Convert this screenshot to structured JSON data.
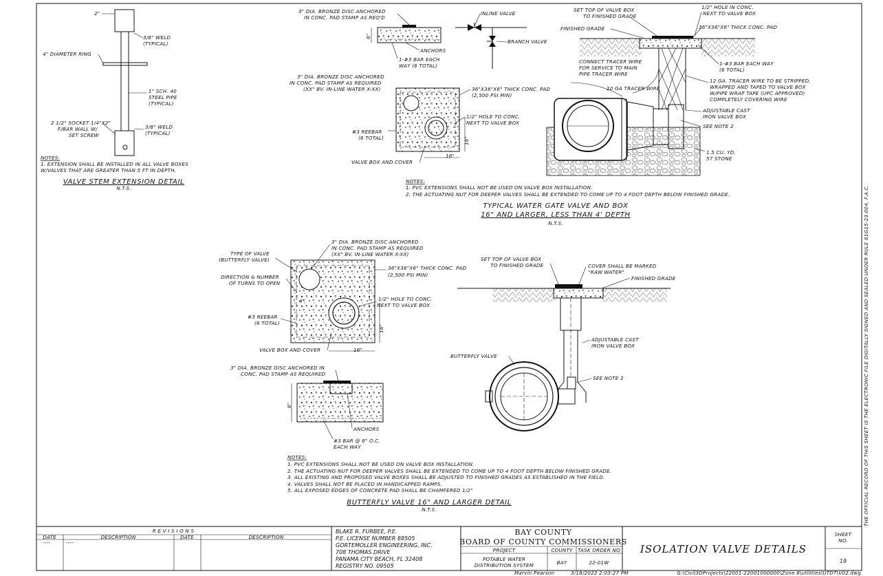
{
  "stem": {
    "top_size": "2\"",
    "weld_top": [
      "3/8\" WELD",
      "(TYPICAL)"
    ],
    "ring": "4\" DIAMETER RING",
    "pipe": [
      "1\" SCH. 40",
      "STEEL PIPE",
      "(TYPICAL)"
    ],
    "socket": [
      "2 1/2\" SOCKET 1/4\"X2\"",
      "F/BAR WALL W/",
      "SET SCREW"
    ],
    "weld_bottom": [
      "3/8\" WELD",
      "(TYPICAL)"
    ],
    "notes_title": "NOTES:",
    "notes": [
      "1.   EXTENSION SHALL BE INSTALLED IN ALL VALVE BOXES",
      "      W/VALVES THAT ARE GREATER THAN 5 FT IN DEPTH."
    ],
    "title": "VALVE STEM EXTENSION DETAIL",
    "nts": "N.T.S."
  },
  "gate": {
    "disc_section": [
      "3\" DIA. BRONZE DISC ANCHORED",
      "IN CONC. PAD STAMP AS REQ'D"
    ],
    "anchors": "ANCHORS",
    "bar_section": [
      "1-#3 BAR EACH",
      "WAY (6 TOTAL)"
    ],
    "six": "6\"",
    "inline": "INLINE VALVE",
    "branch": "BRANCH VALVE",
    "disc_plan": [
      "3\" DIA. BRONZE DISC ANCHORED",
      "IN CONC. PAD STAMP AS REQUIRED",
      "(XX\" BV. IN-LINE WATER X-XX)"
    ],
    "pad": [
      "36\"X36\"X6\" THICK CONC. PAD",
      "(2,500 PSI MIN)"
    ],
    "hole": [
      "1/2\" HOLE TO CONC.",
      "NEXT TO VALVE BOX"
    ],
    "rebar": [
      "#3 REEBAR",
      "(6 TOTAL)"
    ],
    "box_cover": "VALVE BOX AND COVER",
    "dim": "16\"",
    "set_top": [
      "SET TOP OF VALVE BOX",
      "TO FINISHED GRADE"
    ],
    "hole_conc": [
      "1/2\" HOLE IN CONC.",
      "NEXT TO VALVE BOX"
    ],
    "pad_elev": "36\"X36\"X6\" THICK CONC. PAD",
    "finished_grade": "FINISHED GRADE",
    "bar_elev": [
      "1-#3 BAR EACH WAY",
      "(6 TOTAL)"
    ],
    "connect": [
      "CONNECT TRACER WIRE",
      "FOR SERVICE TO MAIN",
      "PIPE TRACER WIRE"
    ],
    "tracer": "10 GA TRACER WIRE",
    "tracer12": [
      "12 GA. TRACER WIRE TO BE STRIPPED,",
      "WRAPPED AND TAPED TO VALVE BOX",
      "W/PIPE WRAP TAPE (UPC APPROVED)",
      "COMPLETELY COVERING WIRE"
    ],
    "adj": [
      "ADJUSTABLE CAST",
      "IRON VALVE BOX"
    ],
    "note2": "SEE NOTE 2",
    "stone": [
      "1.5 CU. YD.",
      "57 STONE"
    ],
    "notes_title": "NOTES:",
    "notes": [
      "1.   PVC EXTENSIONS SHALL NOT BE USED ON VALVE BOX INSTALLATION.",
      "2.   THE ACTUATING NUT FOR DEEPER VALVES SHALL BE EXTENDED TO COME UP TO 4 FOOT DEPTH BELOW FINISHED GRADE."
    ],
    "title1": "TYPICAL WATER GATE VALVE AND BOX",
    "title2": "16\" AND LARGER, LESS THAN 4' DEPTH",
    "nts": "N.T.S."
  },
  "bfly": {
    "type": [
      "TYPE OF VALVE",
      "(BUTTERFLY VALVE)"
    ],
    "direction": [
      "DIRECTION & NUMBER",
      "OF TURNS TO OPEN"
    ],
    "disc_plan": [
      "3\" DIA. BRONZE DISC ANCHORED",
      "IN CONC. PAD STAMP AS REQUIRED",
      "(XX\" BV. IN-LINE WATER X-XX)"
    ],
    "pad": [
      "36\"X36\"X6\" THICK CONC. PAD",
      "(2,500 PSI MIN)"
    ],
    "hole": [
      "1/2\" HOLE TO CONC.",
      "NEXT TO VALVE BOX"
    ],
    "rebar": [
      "#3 REEBAR",
      "(6 TOTAL)"
    ],
    "box_cover": "VALVE BOX AND COVER",
    "dim": "16\"",
    "four": "4\"",
    "set_top": [
      "SET TOP OF VALVE BOX",
      "TO FINISHED GRADE"
    ],
    "cover": [
      "COVER SHALL BE MARKED",
      "\"RAW WATER\""
    ],
    "finished_grade": "FINISHED GRADE",
    "adj": [
      "ADJUSTABLE CAST",
      "IRON VALVE BOX"
    ],
    "bfly_valve": "BUTTERFLY VALVE",
    "note2": "SEE NOTE 2",
    "disc_section": [
      "3\" DIA. BRONZE DISC ANCHORED IN",
      "CONC. PAD STAMP AS REQUIRED"
    ],
    "anchors": "ANCHORS",
    "bar": [
      "#3 BAR @ 6\" O.C.",
      "EACH WAY"
    ],
    "six": "6\"",
    "notes_title": "NOTES:",
    "notes": [
      "1.   PVC EXTENSIONS SHALL NOT BE USED ON VALVE BOX INSTALLATION.",
      "2.   THE ACTUATING NUT FOR DEEPER VALVES SHALL BE EXTENDED TO COME UP TO 4 FOOT DEPTH BELOW FINISHED GRADE.",
      "3.   ALL EXISTING AND PROPOSED VALVE BOXES SHALL BE ADJUSTED TO FINISHED GRADES AS ESTABLISHED IN THE FIELD.",
      "4.   VALVES SHALL NOT BE PLACED IN HANDICAPPED RAMPS.",
      "5.   ALL EXPOSED EDGES OF CONCRETE PAD SHALL BE CHAMFERED 1/2\""
    ],
    "title": "BUTTERFLY VALVE 16\" AND LARGER DETAIL",
    "nts": "N.T.S."
  },
  "titleblock": {
    "revisions": "R E V I S I O N S",
    "date": "DATE",
    "description": "DESCRIPTION",
    "blank1": "----",
    "blank2": "----",
    "engineer": [
      "BLAKE R. FURBEE, P.E.",
      "P.E. LICENSE NUMBER 88505",
      "GORTEMOLLER ENGINEERING, INC.",
      "708 THOMAS DRIVE",
      "PANAMA CITY BEACH, FL 32408",
      "REGISTRY NO. 09505"
    ],
    "county": "BAY COUNTY",
    "board": "BOARD OF COUNTY COMMISSIONERS",
    "project_h": "PROJECT",
    "county_h": "COUNTY",
    "task_h": "TASK ORDER NO",
    "project": [
      "POTABLE WATER",
      "DISTRIBUTION SYSTEM"
    ],
    "county_v": "BAY",
    "task_v": "22-01W",
    "sheet_title": "ISOLATION VALVE DETAILS",
    "sheet_h": [
      "SHEET",
      "NO."
    ],
    "sheet_no": "19",
    "drafter": "Marvin Pearson",
    "timestamp": "3/18/2022 2:03:27 PM",
    "path": "G:\\Civil3DProjects\\22001-22001000000\\Zone 8\\utilities\\UTDT\\V02.dwg",
    "side_note": "THE OFFICIAL RECORD OF THIS SHEET IS THE ELECTRONIC FILE DIGITALLY SIGNED AND SEALED UNDER RULE 61G15-23.004, F.A.C."
  }
}
